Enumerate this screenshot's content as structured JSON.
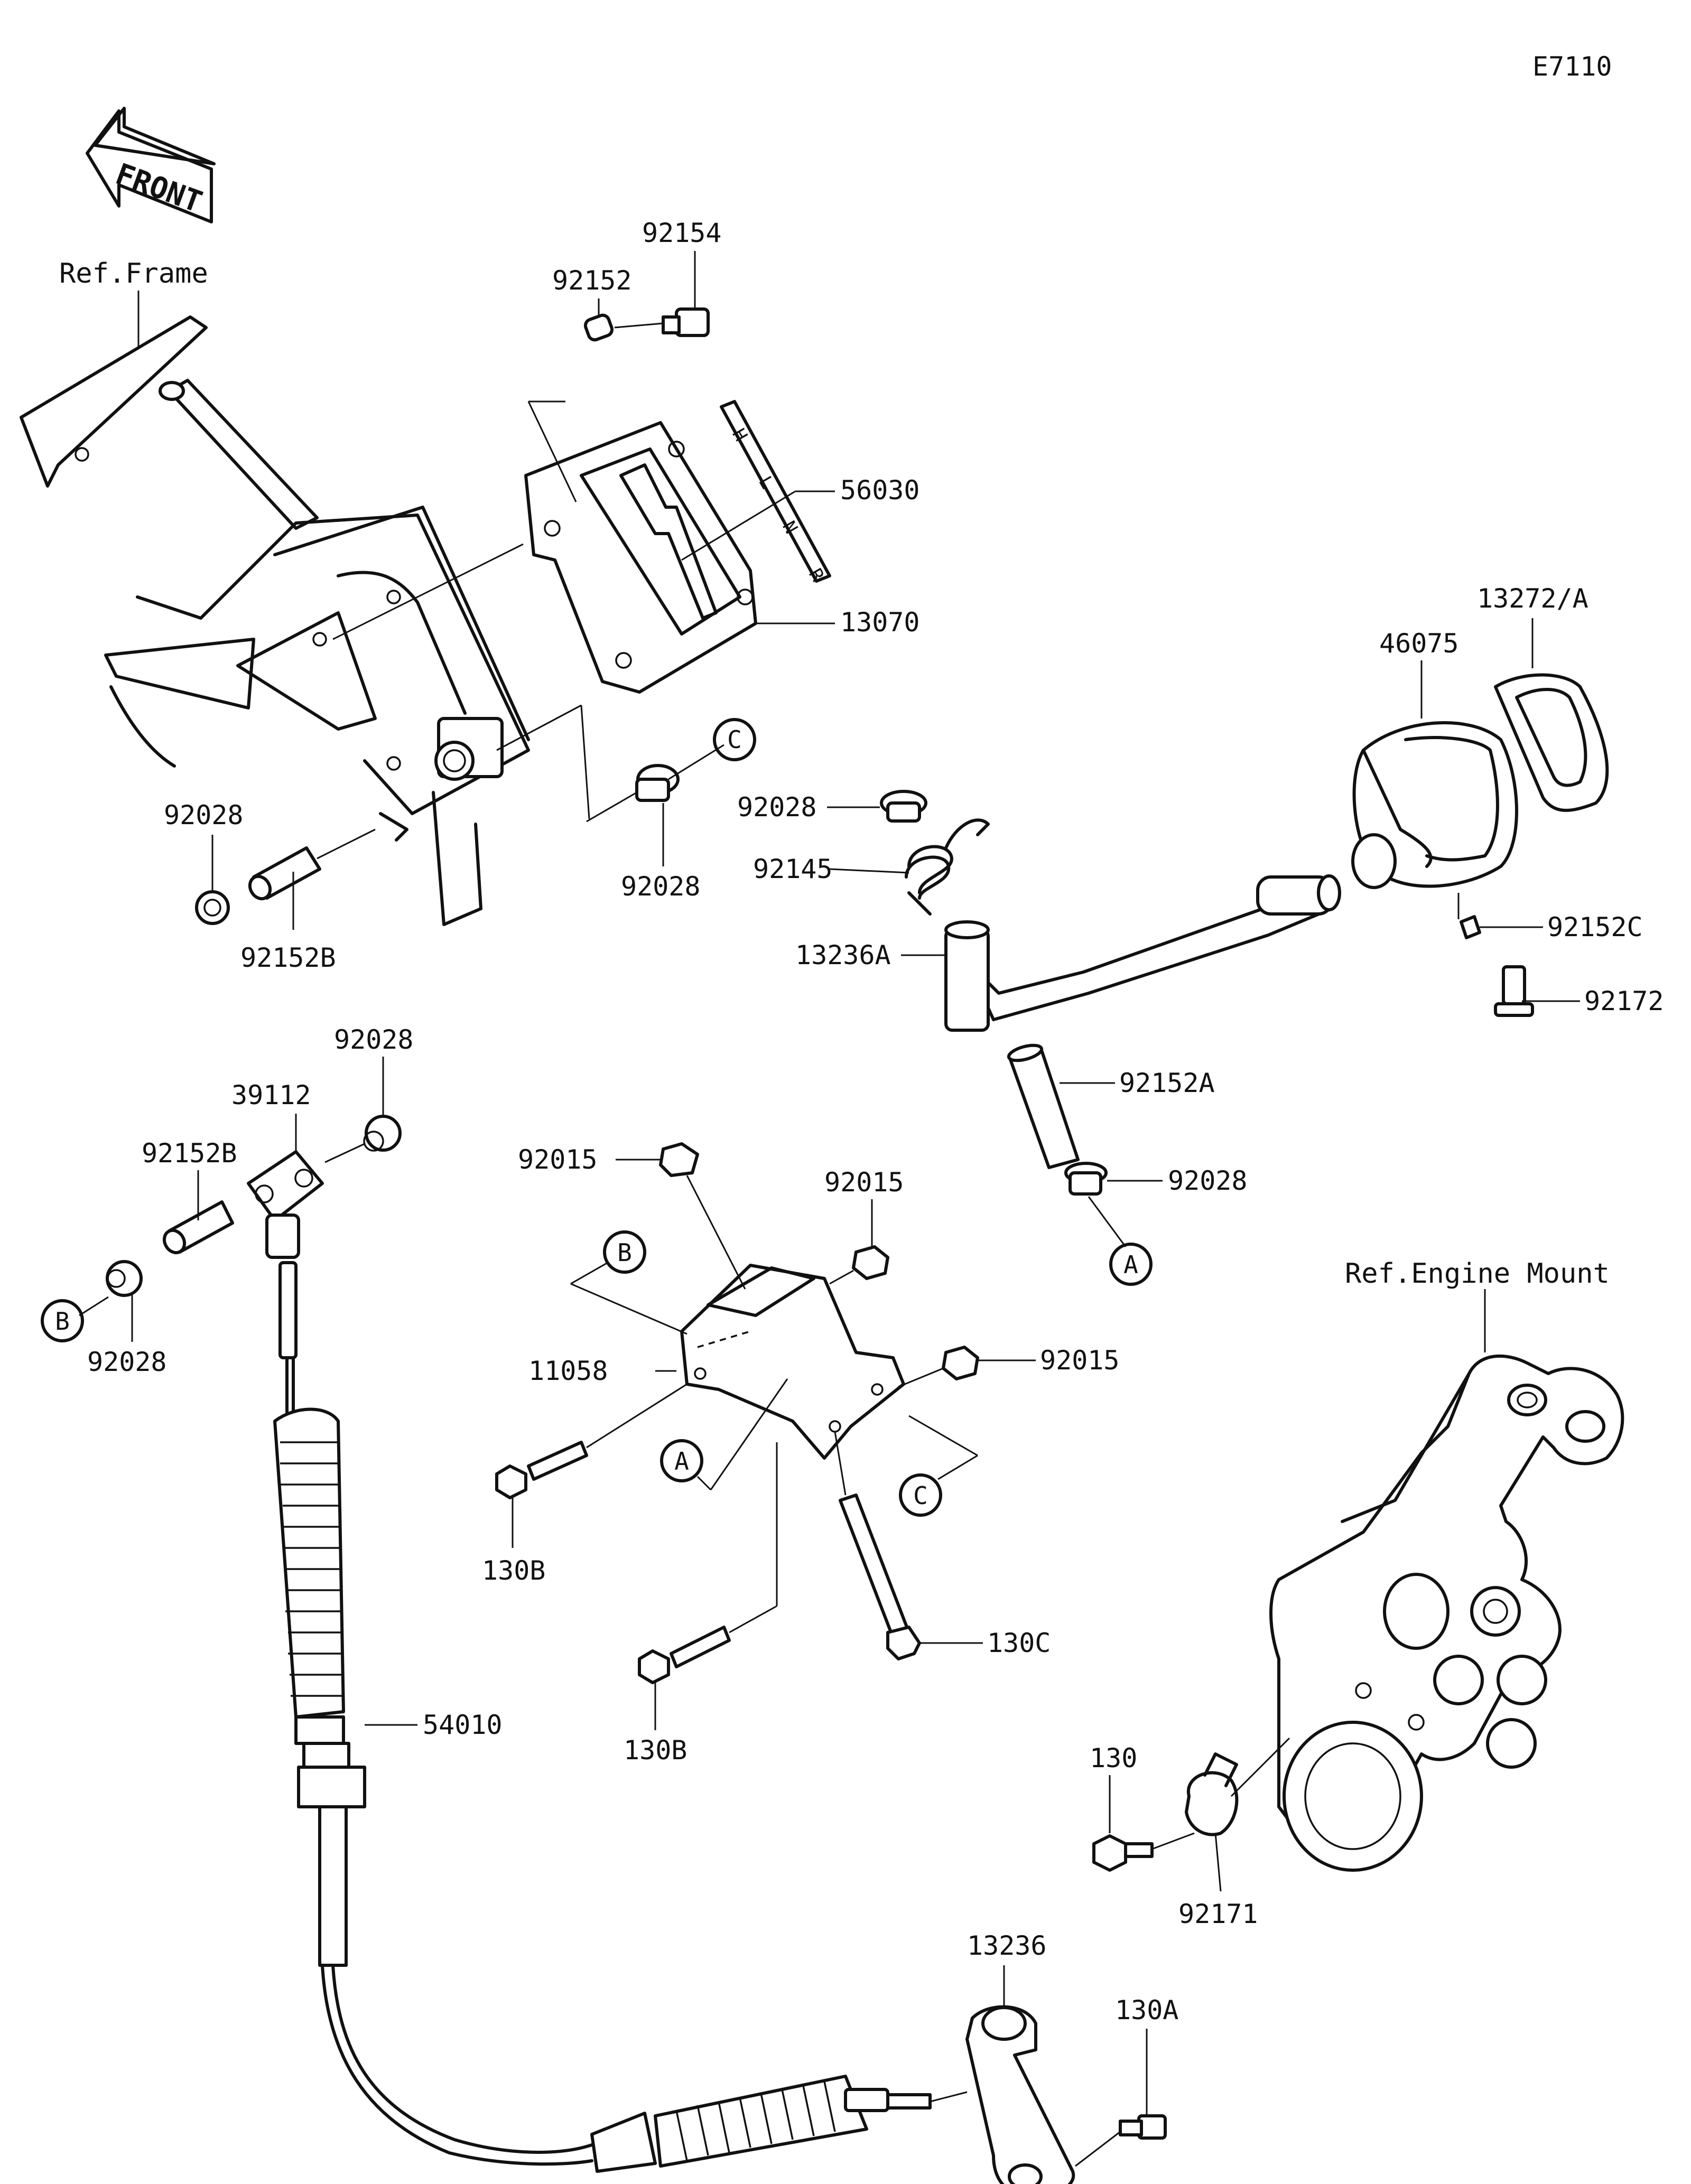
{
  "diagram_code": "E7110",
  "front_arrow_label": "FRONT",
  "references": {
    "frame": "Ref.Frame",
    "engine_mount": "Ref.Engine Mount"
  },
  "gate_letters": [
    "H",
    "L",
    "N",
    "R"
  ],
  "callouts": [
    "A",
    "B",
    "C"
  ],
  "parts": {
    "p92154": "92154",
    "p92152": "92152",
    "p56030": "56030",
    "p13070": "13070",
    "p13272A": "13272/A",
    "p46075": "46075",
    "p92028_top_left": "92028",
    "p92152B_top": "92152B",
    "p92028_center": "92028",
    "p92028_lever": "92028",
    "p92145": "92145",
    "p13236A": "13236A",
    "p92152C": "92152C",
    "p92172": "92172",
    "p92152A": "92152A",
    "p92028_lower_lever": "92028",
    "p92028_cable_top": "92028",
    "p39112": "39112",
    "p92152B_cable": "92152B",
    "p92028_cable_bottom": "92028",
    "p92015_left": "92015",
    "p92015_right": "92015",
    "p92015_side": "92015",
    "p11058": "11058",
    "p130B_upper": "130B",
    "p130B_lower": "130B",
    "p130C": "130C",
    "p54010": "54010",
    "p130": "130",
    "p92171": "92171",
    "p13236": "13236",
    "p130A": "130A"
  }
}
